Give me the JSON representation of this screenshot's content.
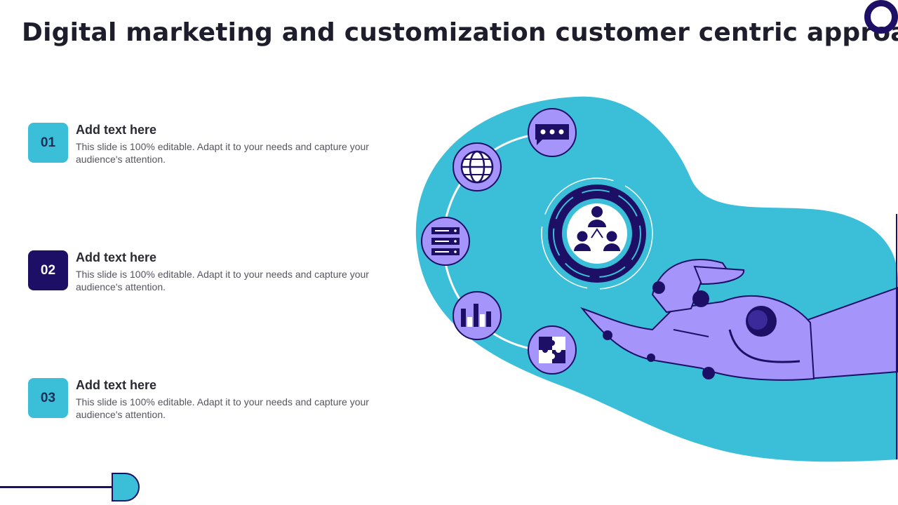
{
  "title": "Digital marketing and customization customer centric approach",
  "items": [
    {
      "number": "01",
      "heading": "Add text here",
      "text": "This slide is 100% editable. Adapt it to your needs and capture your audience's attention.",
      "badge_color": "#3bbfd9",
      "number_color": "#1d2b55"
    },
    {
      "number": "02",
      "heading": "Add text here",
      "text": "This slide is 100% editable. Adapt it to your needs and capture your audience's attention.",
      "badge_color": "#1d0f66",
      "number_color": "#ffffff"
    },
    {
      "number": "03",
      "heading": "Add text here",
      "text": "This slide is 100% editable. Adapt it to your needs and capture your audience's attention.",
      "badge_color": "#3bbfd9",
      "number_color": "#1d2b55"
    }
  ],
  "colors": {
    "teal": "#3bbfd9",
    "navy": "#1d0f66",
    "lavender": "#a594f9"
  },
  "icons": [
    "chat-bubble-icon",
    "globe-icon",
    "server-icon",
    "bar-chart-icon",
    "puzzle-icon",
    "team-network-icon",
    "robot-hand"
  ]
}
